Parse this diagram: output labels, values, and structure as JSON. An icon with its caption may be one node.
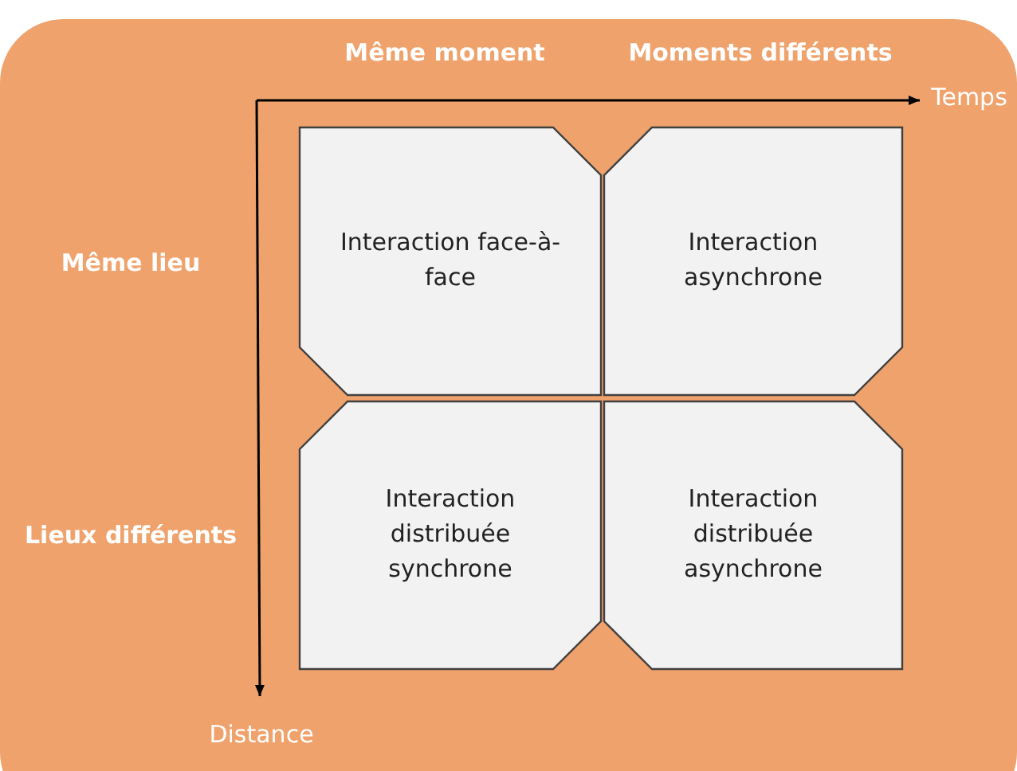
{
  "diagram": {
    "nodes": [
      {
        "text": [
          "Interaction face-à-face"
        ]
      },
      {
        "text": [
          "Interaction asynchrone"
        ]
      },
      {
        "text": [
          "Interaction distribuée synchrone"
        ]
      },
      {
        "text": [
          "Interaction distribuée asynchrone"
        ]
      }
    ],
    "labels": [
      "Même moment",
      "Moments différents",
      "Temps",
      "Même lieu",
      "Lieux différents",
      "Distance"
    ]
  }
}
